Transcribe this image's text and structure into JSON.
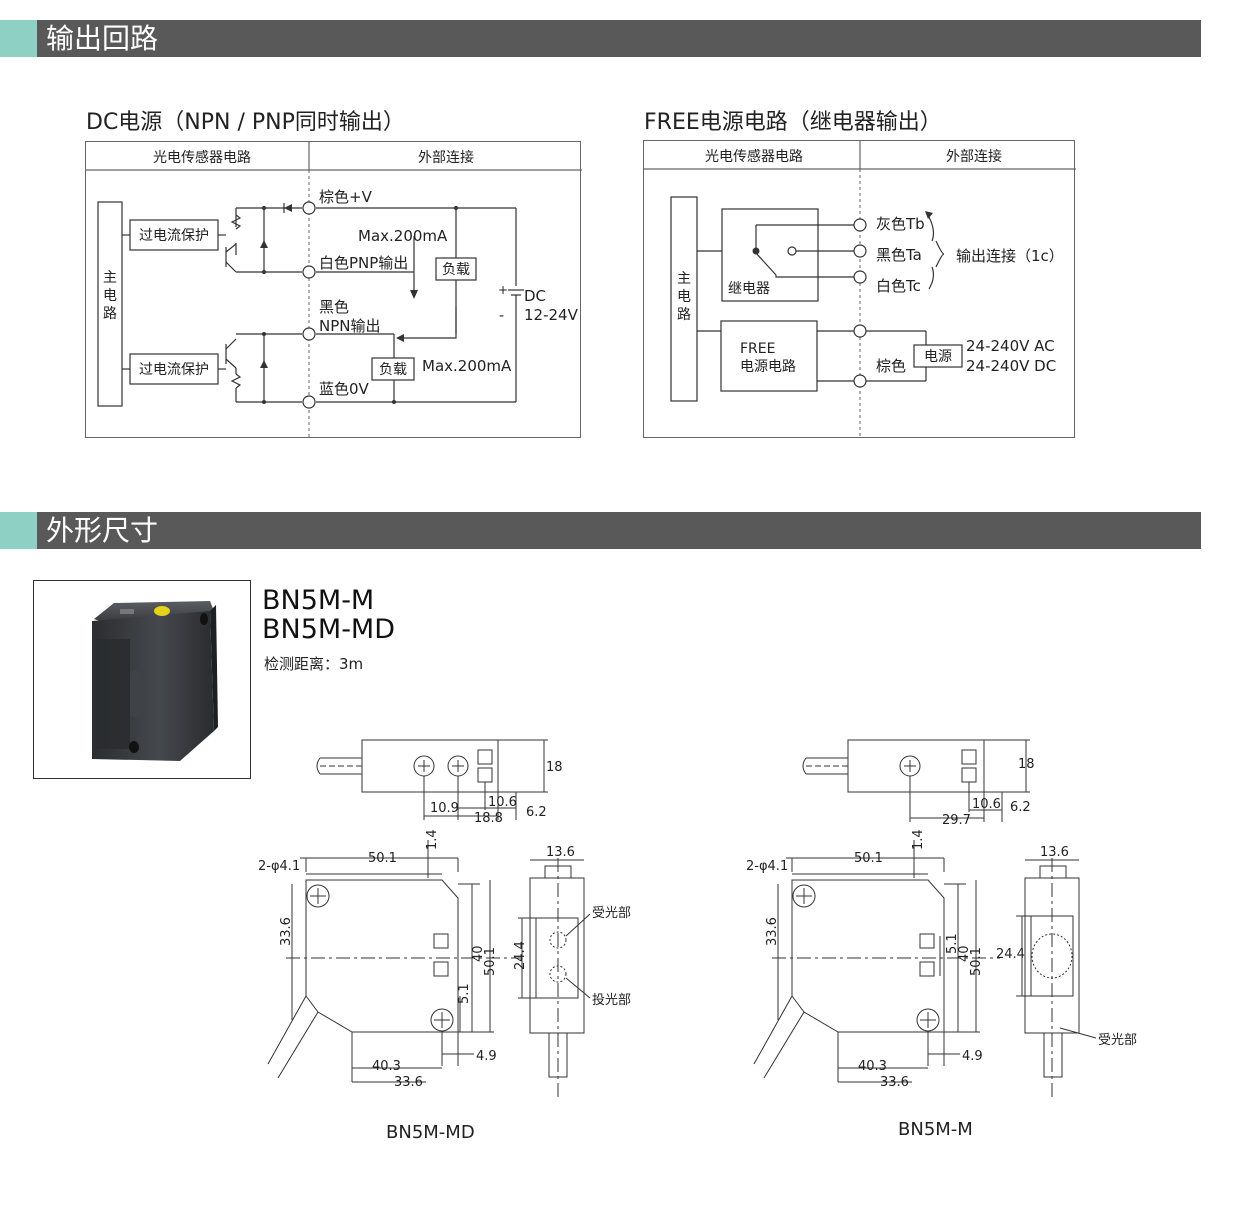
{
  "sections": {
    "output_circuit": "输出回路",
    "dimensions": "外形尺寸"
  },
  "dc_circuit": {
    "title": "DC电源（NPN / PNP同时输出）",
    "col_left": "光电传感器电路",
    "col_right": "外部连接",
    "main_circuit": [
      "主",
      "电",
      "路"
    ],
    "protect_label": "过电流保护",
    "brown": "棕色+V",
    "white_pnp": "白色PNP输出",
    "black": "黑色",
    "npn_out": "NPN输出",
    "blue": "蓝色0V",
    "max1": "Max.200mA",
    "max2": "Max.200mA",
    "load": "负载",
    "plus": "+",
    "minus": "-",
    "dc": "DC",
    "voltage": "12-24V"
  },
  "free_circuit": {
    "title": "FREE电源电路（继电器输出）",
    "col_left": "光电传感器电路",
    "col_right": "外部连接",
    "main_circuit": [
      "主",
      "电",
      "路"
    ],
    "relay": "继电器",
    "gray": "灰色Tb",
    "black": "黑色Ta",
    "white": "白色Tc",
    "output": "输出连接（1c）",
    "free_line1": "FREE",
    "free_line2": "电源电路",
    "brown": "棕色",
    "power": "电源",
    "ac": "24-240V  AC",
    "dc": "24-240V  DC"
  },
  "product": {
    "model1": "BN5M-M",
    "model2": "BN5M-MD",
    "distance": "检测距离：3m"
  },
  "drawing_md": {
    "caption": "BN5M-MD",
    "d18": "18",
    "d10_9": "10.9",
    "d10_6": "10.6",
    "d18_8": "18.8",
    "d6_2": "6.2",
    "hole": "2-φ4.1",
    "d50_1": "50.1",
    "d1_4": "1.4",
    "d33_6v": "33.6",
    "d40": "40",
    "d50_1v": "50.1",
    "d5_1": "5.1",
    "d4_9": "4.9",
    "d40_3": "40.3",
    "d33_6": "33.6",
    "d13_6": "13.6",
    "d24_4": "24.4",
    "receiver": "受光部",
    "emitter": "投光部"
  },
  "drawing_m": {
    "caption": "BN5M-M",
    "d18": "18",
    "d29_7": "29.7",
    "d10_6": "10.6",
    "d6_2": "6.2",
    "hole": "2-φ4.1",
    "d50_1": "50.1",
    "d1_4": "1.4",
    "d33_6v": "33.6",
    "d5_1": "5.1",
    "d40": "40",
    "d50_1v": "50.1",
    "d4_9": "4.9",
    "d40_3": "40.3",
    "d33_6": "33.6",
    "d13_6": "13.6",
    "d24_4": "24.4",
    "receiver": "受光部"
  }
}
